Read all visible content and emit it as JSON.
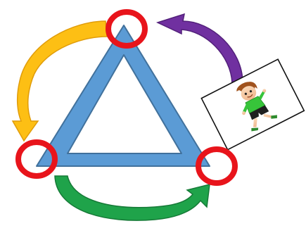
{
  "diagram": {
    "type": "cycle-triangle",
    "shape": "triangle",
    "vertices": [
      "top",
      "bottom-left",
      "bottom-right"
    ],
    "node_marker": "ring",
    "arrows": [
      {
        "from": "top",
        "to": "bottom-left",
        "direction": "counter-clockwise",
        "color": "#FDBF14"
      },
      {
        "from": "bottom-left",
        "to": "bottom-right",
        "direction": "counter-clockwise",
        "color": "#1FA34A"
      },
      {
        "from": "bottom-right",
        "to": "top",
        "direction": "counter-clockwise",
        "color": "#7030A0"
      }
    ],
    "image_card": {
      "content": "running-boy-illustration",
      "attached_to": "bottom-right"
    },
    "colors": {
      "triangle_fill": "#5B9BD5",
      "triangle_stroke": "#41719C",
      "ring": "#E8141B",
      "card_border": "#111111",
      "card_fill": "#FFFFFF"
    }
  }
}
